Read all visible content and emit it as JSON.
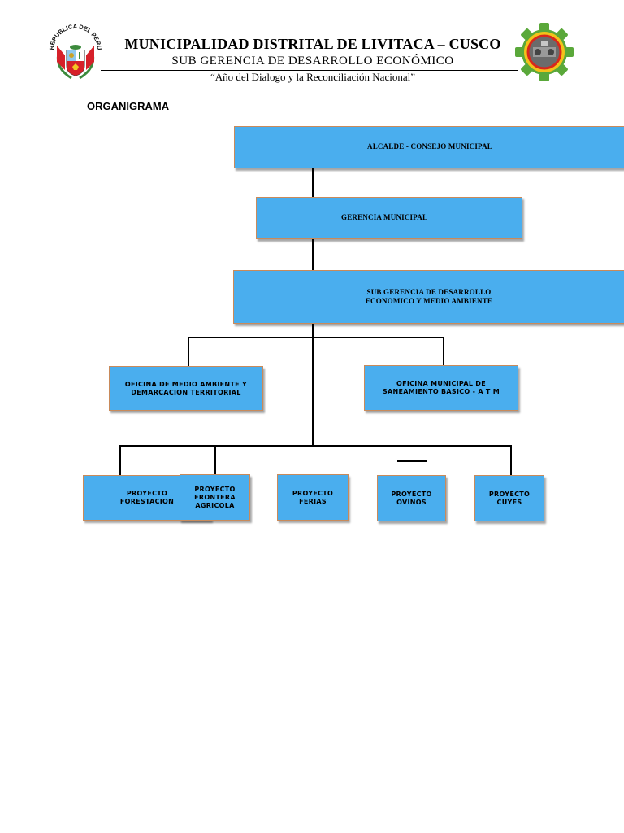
{
  "header": {
    "title": "MUNICIPALIDAD DISTRITAL DE LIVITACA – CUSCO",
    "subtitle": "SUB GERENCIA DE DESARROLLO ECONÓMICO",
    "motto": "“Año del Dialogo y la Reconciliación Nacional”",
    "left_logo_text": "REPUBLICA DEL PERU",
    "left_logo_icon": "peru-coat-of-arms-icon",
    "right_logo_icon": "municipal-gear-logo-icon"
  },
  "document_title": "ORGANIGRAMA",
  "org_chart": {
    "top": "ALCALDE - CONSEJO MUNICIPAL",
    "level2": "GERENCIA MUNICIPAL",
    "level3": "SUB GERENCIA DE DESARROLLO\nECONOMICO Y MEDIO AMBIENTE",
    "offices": [
      "OFICINA DE MEDIO AMBIENTE Y\nDEMARCACION TERRITORIAL",
      "OFICINA MUNICIPAL DE\nSANEAMIENTO BASICO - A T M"
    ],
    "projects": [
      "PROYECTO\nFORESTACION",
      "PROYECTO\nFRONTERA\nAGRICOLA",
      "PROYECTO\nFERIAS",
      "PROYECTO\nOVINOS",
      "PROYECTO\nCUYES"
    ]
  },
  "colors": {
    "box_fill": "#4aaeee",
    "box_border": "#c98a5a",
    "connector": "#000000"
  }
}
